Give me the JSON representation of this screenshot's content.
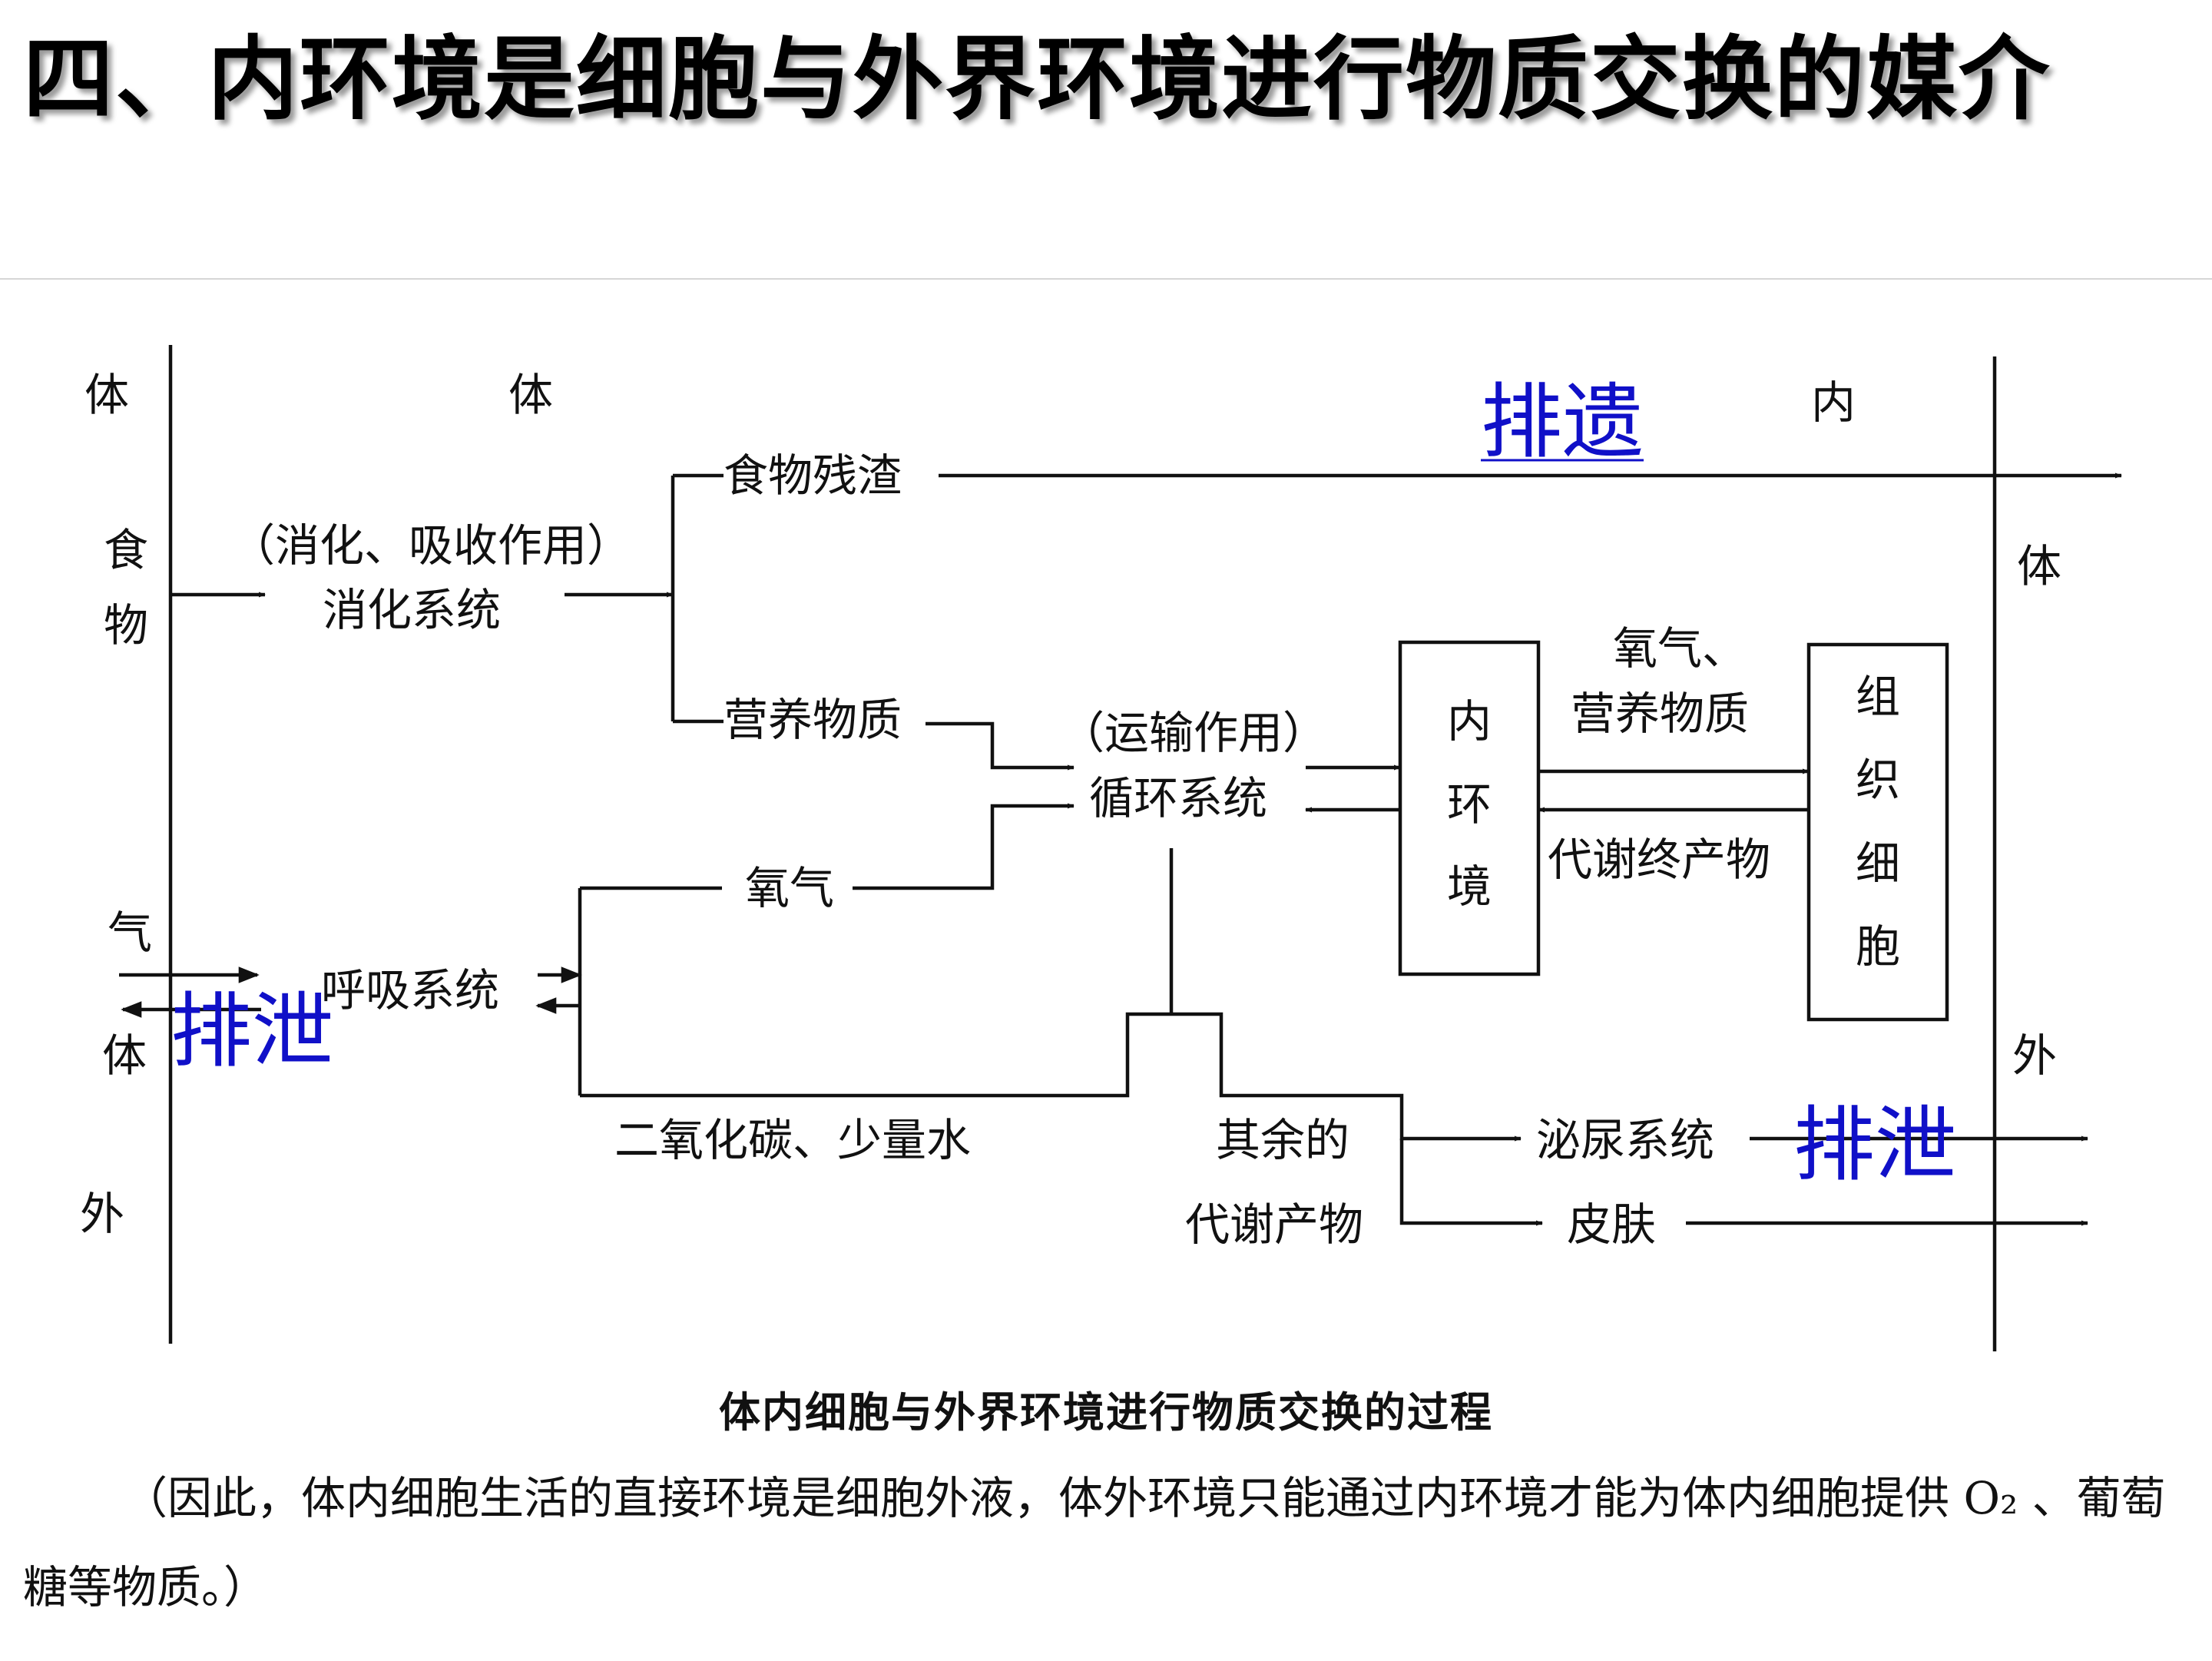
{
  "slide": {
    "title": "四、内环境是细胞与外界环境进行物质交换的媒介"
  },
  "diagram": {
    "outer": {
      "left_chars": [
        "体",
        "食",
        "物",
        "气",
        "体",
        "外"
      ],
      "top_left": "体",
      "top_right": "内",
      "right_chars": [
        "体",
        "外"
      ]
    },
    "nodes": {
      "food_residue": "食物残渣",
      "digestion_process": "（消化、吸收作用）",
      "digestive_system": "消化系统",
      "nutrients": "营养物质",
      "transport_process": "（运输作用）",
      "circulatory_system": "循环系统",
      "oxygen": "氧气",
      "respiratory_system": "呼吸系统",
      "co2_water": "二氧化碳、少量水",
      "internal_env": [
        "内",
        "环",
        "境"
      ],
      "tissue_cells": [
        "组",
        "织",
        "细",
        "胞"
      ],
      "oxygen_nutrients_line1": "氧气、",
      "oxygen_nutrients_line2": "营养物质",
      "metabolic_end_products": "代谢终产物",
      "other_products_line1": "其余的",
      "other_products_line2": "代谢产物",
      "urinary_system": "泌尿系统",
      "skin": "皮肤"
    },
    "annotations": {
      "egestion": "排遗",
      "excretion_left": "排泄",
      "excretion_right": "排泄"
    },
    "caption": "体内细胞与外界环境进行物质交换的过程",
    "note": "（因此，体内细胞生活的直接环境是细胞外液，体外环境只能通过内环境才能为体内细胞提供 O₂ 、葡萄糖等物质。）"
  },
  "colors": {
    "annotation": "#1010c8",
    "text": "#111111",
    "title_shadow": "#9a9a9a"
  }
}
